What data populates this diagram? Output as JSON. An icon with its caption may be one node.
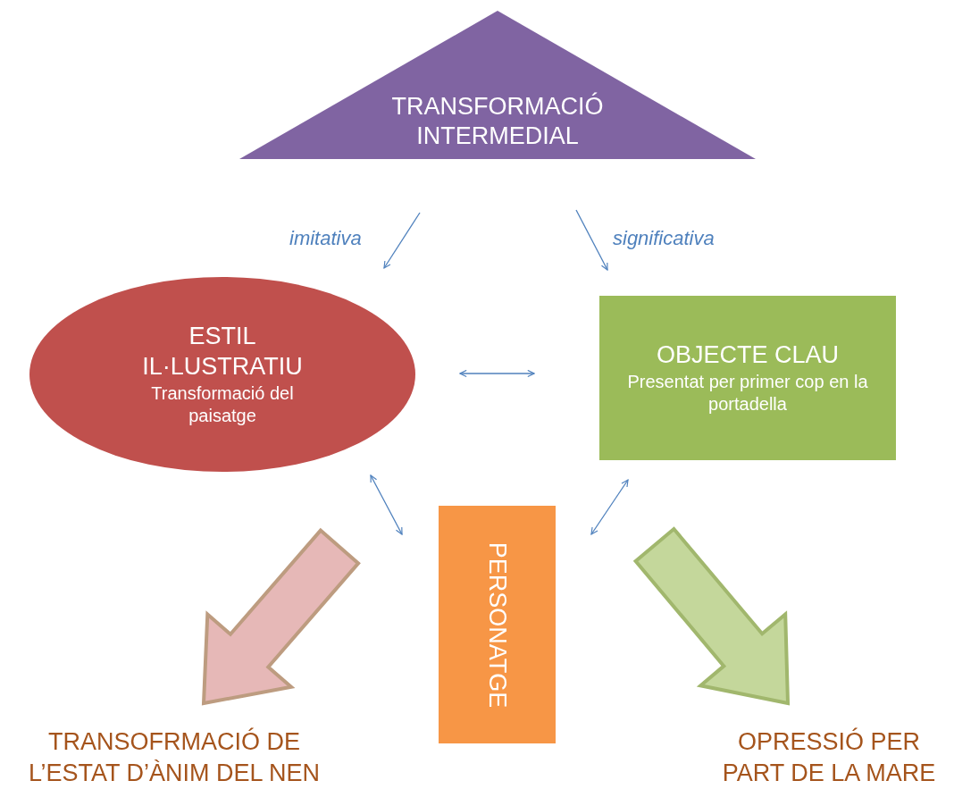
{
  "diagram": {
    "nodes": [
      {
        "text": [
          "TRANSFORMACIÓ INTERMEDIAL"
        ]
      },
      {
        "text": [
          "ESTIL IL·LUSTRATIU",
          "Transformació del paisatge"
        ]
      },
      {
        "text": [
          "OBJECTE CLAU",
          "Presentat per primer cop en la portadella"
        ]
      },
      {
        "text": [
          "PERSONATGE"
        ]
      },
      {
        "text": [
          "TRANSOFRMACIÓ DE L’ESTAT D’ÀNIM DEL NEN"
        ]
      },
      {
        "text": [
          "OPRESSIÓ PER PART DE LA MARE"
        ]
      }
    ],
    "edges": [
      {
        "from": 0,
        "to": 1,
        "arrow": "to",
        "label": "imitativa"
      },
      {
        "from": 0,
        "to": 2,
        "arrow": "to",
        "label": "significativa"
      },
      {
        "from": 1,
        "to": 2,
        "arrow": "both"
      },
      {
        "from": 1,
        "to": 3,
        "arrow": "both"
      },
      {
        "from": 2,
        "to": 3,
        "arrow": "both"
      },
      {
        "from": 1,
        "to": 4,
        "arrow": "to",
        "style": "thick",
        "color": "#e6b8b7"
      },
      {
        "from": 2,
        "to": 5,
        "arrow": "to",
        "style": "thick",
        "color": "#c4d79b"
      }
    ]
  }
}
